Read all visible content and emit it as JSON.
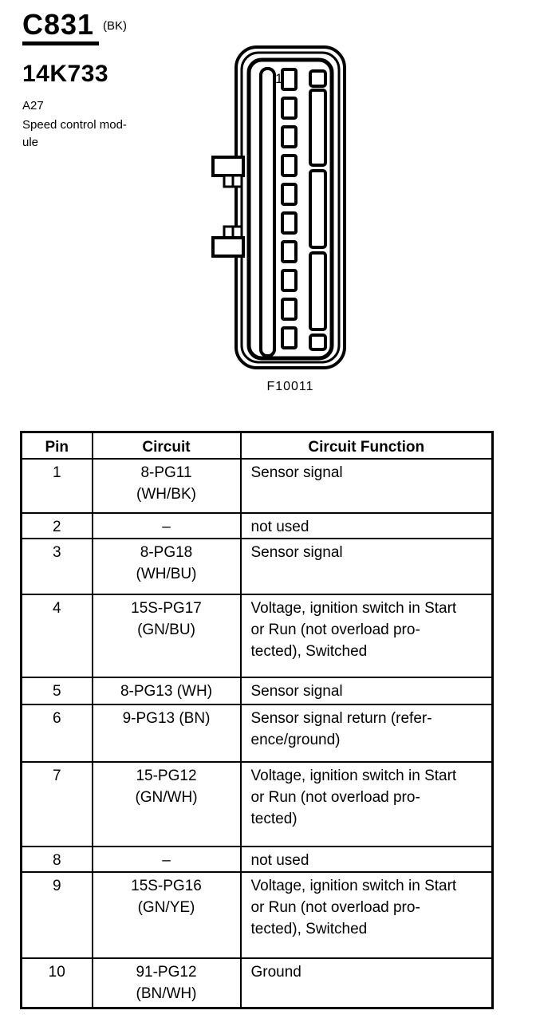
{
  "page": {
    "connector_id": "C831",
    "connector_color_code": "(BK)",
    "part_number": "14K733",
    "component_code": "A27",
    "component_name": "Speed control mod-\nule",
    "figure_label": "F10011",
    "pin1_label": "1"
  },
  "table": {
    "headers": [
      "Pin",
      "Circuit",
      "Circuit Function"
    ],
    "rows": [
      {
        "pin": "1",
        "circuit": "8-PG11\n(WH/BK)",
        "function": "Sensor signal"
      },
      {
        "pin": "2",
        "circuit": "–",
        "function": "not used"
      },
      {
        "pin": "3",
        "circuit": "8-PG18\n(WH/BU)",
        "function": "Sensor signal"
      },
      {
        "pin": "4",
        "circuit": "15S-PG17\n(GN/BU)",
        "function": "Voltage, ignition switch in Start\nor Run (not overload pro-\ntected), Switched"
      },
      {
        "pin": "5",
        "circuit": "8-PG13 (WH)",
        "function": "Sensor signal"
      },
      {
        "pin": "6",
        "circuit": "9-PG13 (BN)",
        "function": "Sensor signal return (refer-\nence/ground)"
      },
      {
        "pin": "7",
        "circuit": "15-PG12\n(GN/WH)",
        "function": "Voltage, ignition switch in Start\nor Run (not overload pro-\ntected)"
      },
      {
        "pin": "8",
        "circuit": "–",
        "function": "not used"
      },
      {
        "pin": "9",
        "circuit": "15S-PG16\n(GN/YE)",
        "function": "Voltage, ignition switch in Start\nor Run (not overload pro-\ntected), Switched"
      },
      {
        "pin": "10",
        "circuit": "91-PG12\n(BN/WH)",
        "function": "Ground"
      }
    ]
  },
  "colors": {
    "ink": "#000000",
    "paper": "#ffffff"
  }
}
